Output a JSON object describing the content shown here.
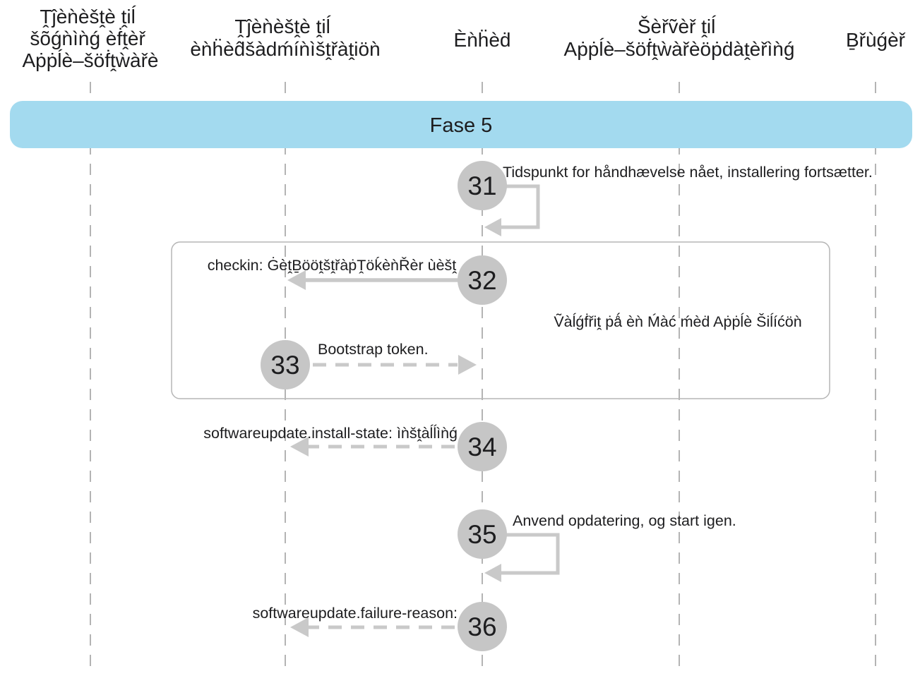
{
  "diagram": {
    "actors": [
      {
        "id": "apple-software-lookup-service",
        "lines": [
          "Ṱĵèǹèšṱè ṱiĺ",
          "šõǵǹìǹǵ èḟṱèř",
          "Aṗṗĺè–šöḟṱẁàřè"
        ]
      },
      {
        "id": "device-management-service",
        "lines": [
          "Ṱĵèǹèšṱè ṱiĺ",
          "èǹḧèd̂šàdḿíǹìšṱřàṱiöǹ"
        ]
      },
      {
        "id": "device",
        "lines": [
          "Èǹḧèḋ"
        ]
      },
      {
        "id": "apple-software-update-server",
        "lines": [
          "Šèřṽèř ṱiĺ",
          "Aṗṗĺè–šöḟṱẁàřèöṗḋàṱèřìǹǵ"
        ]
      },
      {
        "id": "user",
        "lines": [
          "Ḇřùǵèř"
        ]
      }
    ],
    "phase_banner": {
      "label": "Fase 5"
    },
    "optional_box": {
      "label": "Ṽàĺǵḟřiṱ ṗǻ èǹ Ḿàć ḿèḋ Aṗṗĺè Šiĺíćöǹ"
    },
    "steps": [
      {
        "number": "31",
        "label": "Tidspunkt for håndhævelse nået, installering fortsætter.",
        "type": "self-loop",
        "actor": "device"
      },
      {
        "number": "32",
        "label": "checkin: ĠèṱḆööṱšṱřàṗṰöḱèǹŘèr ùèšṱ",
        "type": "solid-arrow",
        "from": "device",
        "to": "device-management-service"
      },
      {
        "number": "33",
        "label": "Bootstrap token.",
        "type": "dashed-arrow",
        "from": "device-management-service",
        "to": "device"
      },
      {
        "number": "34",
        "label": "softwareupdate.install-state: ìǹšṱàĺĺìǹǵ",
        "type": "dashed-arrow",
        "from": "device",
        "to": "device-management-service"
      },
      {
        "number": "35",
        "label": "Anvend opdatering, og start igen.",
        "type": "self-loop",
        "actor": "device"
      },
      {
        "number": "36",
        "label": "softwareupdate.failure-reason:",
        "type": "dashed-arrow",
        "from": "device",
        "to": "device-management-service"
      }
    ],
    "colors": {
      "banner_fill": "#a3daef",
      "circle_fill": "#c6c6c6",
      "arrow_gray": "#c9c9c9",
      "lifeline_gray": "#b4b4b4",
      "text": "#1d1d1f"
    }
  }
}
